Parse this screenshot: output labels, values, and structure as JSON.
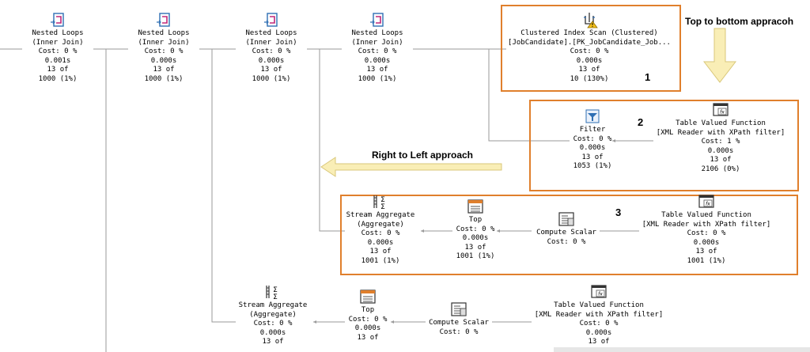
{
  "nodes": {
    "nl1": {
      "lines": [
        "Nested Loops",
        "(Inner Join)",
        "Cost: 0 %",
        "0.001s",
        "13 of",
        "1000 (1%)"
      ],
      "icon": "nested-loops-icon"
    },
    "nl2": {
      "lines": [
        "Nested Loops",
        "(Inner Join)",
        "Cost: 0 %",
        "0.000s",
        "13 of",
        "1000 (1%)"
      ],
      "icon": "nested-loops-icon"
    },
    "nl3": {
      "lines": [
        "Nested Loops",
        "(Inner Join)",
        "Cost: 0 %",
        "0.000s",
        "13 of",
        "1000 (1%)"
      ],
      "icon": "nested-loops-icon"
    },
    "nl4": {
      "lines": [
        "Nested Loops",
        "(Inner Join)",
        "Cost: 0 %",
        "0.000s",
        "13 of",
        "1000 (1%)"
      ],
      "icon": "nested-loops-icon"
    },
    "scan": {
      "lines": [
        "Clustered Index Scan (Clustered)",
        "[JobCandidate].[PK_JobCandidate_Job...",
        "Cost: 0 %",
        "0.000s",
        "13 of",
        "10 (130%)"
      ],
      "icon": "clustered-index-scan-warning-icon"
    },
    "filter": {
      "lines": [
        "Filter",
        "Cost: 0 %",
        "0.000s",
        "13 of",
        "1053 (1%)"
      ],
      "icon": "filter-funnel-icon"
    },
    "tvf1": {
      "lines": [
        "Table Valued Function",
        "[XML Reader with XPath filter]",
        "Cost: 1 %",
        "0.000s",
        "13 of",
        "2106 (0%)"
      ],
      "icon": "table-valued-function-icon"
    },
    "sa1": {
      "lines": [
        "Stream Aggregate",
        "(Aggregate)",
        "Cost: 0 %",
        "0.000s",
        "13 of",
        "1001 (1%)"
      ],
      "icon": "stream-aggregate-icon"
    },
    "top1": {
      "lines": [
        "Top",
        "Cost: 0 %",
        "0.000s",
        "13 of",
        "1001 (1%)"
      ],
      "icon": "top-icon"
    },
    "cs1": {
      "lines": [
        "Compute Scalar",
        "Cost: 0 %"
      ],
      "icon": "compute-scalar-icon"
    },
    "tvf2": {
      "lines": [
        "Table Valued Function",
        "[XML Reader with XPath filter]",
        "Cost: 0 %",
        "0.000s",
        "13 of",
        "1001 (1%)"
      ],
      "icon": "table-valued-function-icon"
    },
    "sa2": {
      "lines": [
        "Stream Aggregate",
        "(Aggregate)",
        "Cost: 0 %",
        "0.000s",
        "13 of"
      ],
      "icon": "stream-aggregate-icon"
    },
    "top2": {
      "lines": [
        "Top",
        "Cost: 0 %",
        "0.000s",
        "13 of"
      ],
      "icon": "top-icon"
    },
    "cs2": {
      "lines": [
        "Compute Scalar",
        "Cost: 0 %"
      ],
      "icon": "compute-scalar-icon"
    },
    "tvf3": {
      "lines": [
        "Table Valued Function",
        "[XML Reader with XPath filter]",
        "Cost: 0 %",
        "0.000s",
        "13 of"
      ],
      "icon": "table-valued-function-icon"
    }
  },
  "annotations": {
    "top_to_bottom": "Top to bottom appracoh",
    "right_to_left": "Right to Left approach",
    "box1_number": "1",
    "box2_number": "2",
    "box3_number": "3"
  },
  "colors": {
    "box_border": "#e07f2c",
    "arrow_fill": "#f9eeb6",
    "arrow_stroke": "#d9c77a",
    "connector": "#9a9a9a",
    "icon_blue": "#2f6fb3",
    "icon_magenta": "#c0287a"
  }
}
